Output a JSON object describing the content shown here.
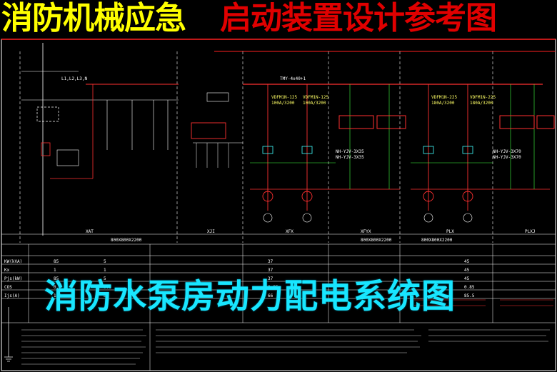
{
  "header": {
    "title_yellow": "消防机械应急",
    "title_red": "启动装置设计参考图"
  },
  "overlay": {
    "caption": "消防水泵房动力配电系统图"
  },
  "bus": {
    "label": "TMY-4x40+1"
  },
  "incoming": {
    "line1": "L1,L2,L3,N"
  },
  "panels": [
    {
      "name": "XAT",
      "size": "800X800X2200"
    },
    {
      "name": "XJI",
      "size": ""
    },
    {
      "name": "XFX",
      "size": ""
    },
    {
      "name": "XFYX",
      "size": "800X800X2200"
    },
    {
      "name": "PLX",
      "size": "800X800X2200"
    },
    {
      "name": "PLXJ",
      "size": ""
    }
  ],
  "breakers": [
    {
      "model": "VDFM1N-125",
      "rating": "100A/3200"
    },
    {
      "model": "VDFM1N-125",
      "rating": "100A/3200"
    },
    {
      "model": "VDFM1N-225",
      "rating": "180A/3200"
    },
    {
      "model": "VDFM1N-225",
      "rating": "180A/3200"
    }
  ],
  "cables": [
    "NH-YJV-3X35",
    "NH-YJV-3X35",
    "NH-YJV-3X70",
    "NH-YJV-3X70"
  ],
  "table": {
    "row_labels": [
      "KW(kVA)",
      "Kx",
      "Pjs(kW)",
      "COS",
      "Ijs(A)"
    ],
    "col1": [
      "85",
      "1",
      "85",
      "0.8",
      "161"
    ],
    "col2": [
      "5",
      "1",
      "5",
      "0.8",
      "8"
    ],
    "col3": [
      "37",
      "37",
      "37",
      "0.85",
      "66"
    ],
    "col4": [
      "45",
      "45",
      "45",
      "0.85",
      "85.5"
    ]
  }
}
